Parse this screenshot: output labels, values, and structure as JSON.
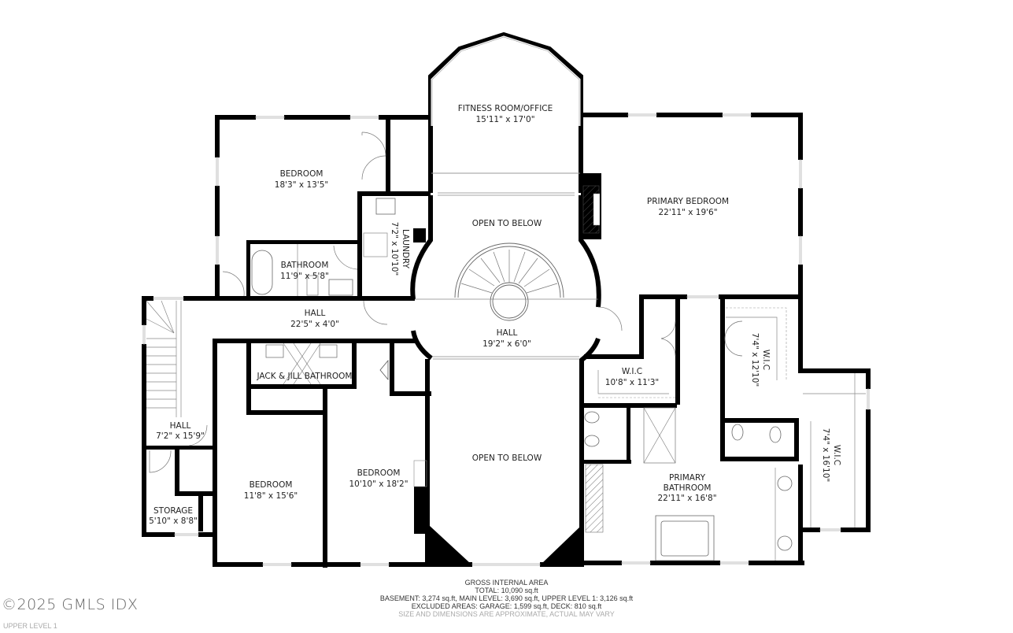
{
  "floor_plan": {
    "level_name": "UPPER LEVEL 1",
    "rooms": [
      {
        "id": "fitness",
        "name": "FITNESS ROOM/OFFICE",
        "dims": "15'11\" x 17'0\""
      },
      {
        "id": "bedroom1",
        "name": "BEDROOM",
        "dims": "18'3\" x 13'5\""
      },
      {
        "id": "primary_bedroom",
        "name": "PRIMARY BEDROOM",
        "dims": "22'11\" x 19'6\""
      },
      {
        "id": "laundry",
        "name": "LAUNDRY",
        "dims": "7'2\" x 10'10\""
      },
      {
        "id": "bathroom",
        "name": "BATHROOM",
        "dims": "11'9\" x 5'8\""
      },
      {
        "id": "open_below_top",
        "name": "OPEN TO BELOW",
        "dims": ""
      },
      {
        "id": "hall_main",
        "name": "HALL",
        "dims": "22'5\" x 4'0\""
      },
      {
        "id": "hall_center",
        "name": "HALL",
        "dims": "19'2\" x 6'0\""
      },
      {
        "id": "jack_jill",
        "name": "JACK & JILL BATHROOM",
        "dims": ""
      },
      {
        "id": "wic1",
        "name": "W.I.C",
        "dims": "10'8\" x 11'3\""
      },
      {
        "id": "wic2",
        "name": "W.I.C",
        "dims": "7'4\" x 12'10\""
      },
      {
        "id": "wic3",
        "name": "W.I.C",
        "dims": "7'4\" x 16'10\""
      },
      {
        "id": "hall_left",
        "name": "HALL",
        "dims": "7'2\" x 15'9\""
      },
      {
        "id": "storage",
        "name": "STORAGE",
        "dims": "5'10\" x 8'8\""
      },
      {
        "id": "bedroom2",
        "name": "BEDROOM",
        "dims": "11'8\" x 15'6\""
      },
      {
        "id": "bedroom3",
        "name": "BEDROOM",
        "dims": "10'10\" x 18'2\""
      },
      {
        "id": "open_below_bottom",
        "name": "OPEN TO BELOW",
        "dims": ""
      },
      {
        "id": "primary_bathroom_l1",
        "name": "PRIMARY",
        "dims": ""
      },
      {
        "id": "primary_bathroom_l2",
        "name": "BATHROOM",
        "dims": "22'11\" x 16'8\""
      }
    ]
  },
  "area_summary": {
    "title": "GROSS INTERNAL AREA",
    "total": "TOTAL: 10,090 sq.ft",
    "levels": "BASEMENT: 3,274 sq.ft, MAIN LEVEL: 3,690 sq.ft, UPPER LEVEL 1: 3,126 sq.ft",
    "excluded": "EXCLUDED AREAS: GARAGE: 1,599 sq.ft, DECK: 810 sq.ft",
    "disclaimer": "SIZE AND DIMENSIONS ARE APPROXIMATE, ACTUAL MAY VARY"
  },
  "watermark": {
    "copyright": "©2025 GMLS IDX",
    "level": "UPPER LEVEL 1"
  },
  "colors": {
    "wall": "#000000",
    "fixture": "#555555",
    "background": "#ffffff"
  }
}
